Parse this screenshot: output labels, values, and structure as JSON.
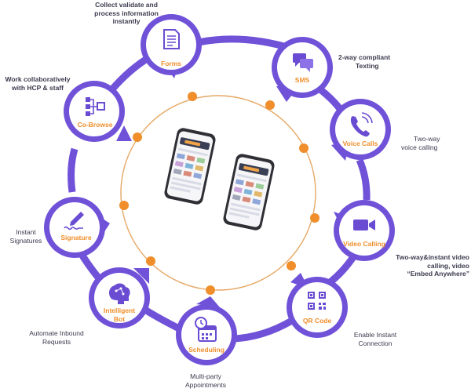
{
  "colors": {
    "ring": "#7052d9",
    "label": "#ef8e2a",
    "dot": "#ef8e2a",
    "inner_circle": "#e6a865",
    "icon": "#6a4cd3",
    "caption": "#3b3b4f"
  },
  "features": [
    {
      "id": "forms",
      "label": "Forms",
      "icon": "document-icon",
      "caption": [
        "Collect validate and",
        "process information",
        "instantly"
      ]
    },
    {
      "id": "sms",
      "label": "SMS",
      "icon": "chat-bubbles-icon",
      "caption": [
        "2-way compliant",
        "Texting"
      ]
    },
    {
      "id": "voice",
      "label": "Voice Calls",
      "icon": "phone-icon",
      "caption": [
        "Two-way",
        "voice calling"
      ]
    },
    {
      "id": "video",
      "label": "Video Calling",
      "icon": "video-camera-icon",
      "caption": [
        "Two-way&instant video",
        "calling, video",
        "“Embed Anywhere”"
      ]
    },
    {
      "id": "qr",
      "label": "QR Code",
      "icon": "qr-code-icon",
      "caption": [
        "Enable Instant",
        "Connection"
      ]
    },
    {
      "id": "scheduling",
      "label": "Scheduling",
      "icon": "calendar-clock-icon",
      "caption": [
        "Multi-party",
        "Appointments"
      ]
    },
    {
      "id": "bot",
      "label": "Intelligent Bot",
      "label_lines": [
        "Intelligent",
        "Bot"
      ],
      "icon": "brain-icon",
      "caption": [
        "Automate Inbound",
        "Requests"
      ]
    },
    {
      "id": "signature",
      "label": "Signature",
      "icon": "pen-signature-icon",
      "caption": [
        "Instant",
        "Signatures"
      ]
    },
    {
      "id": "cobrowse",
      "label": "Co-Browse",
      "icon": "hierarchy-icon",
      "caption": [
        "Work collaboratively",
        "with HCP & staff"
      ]
    }
  ]
}
